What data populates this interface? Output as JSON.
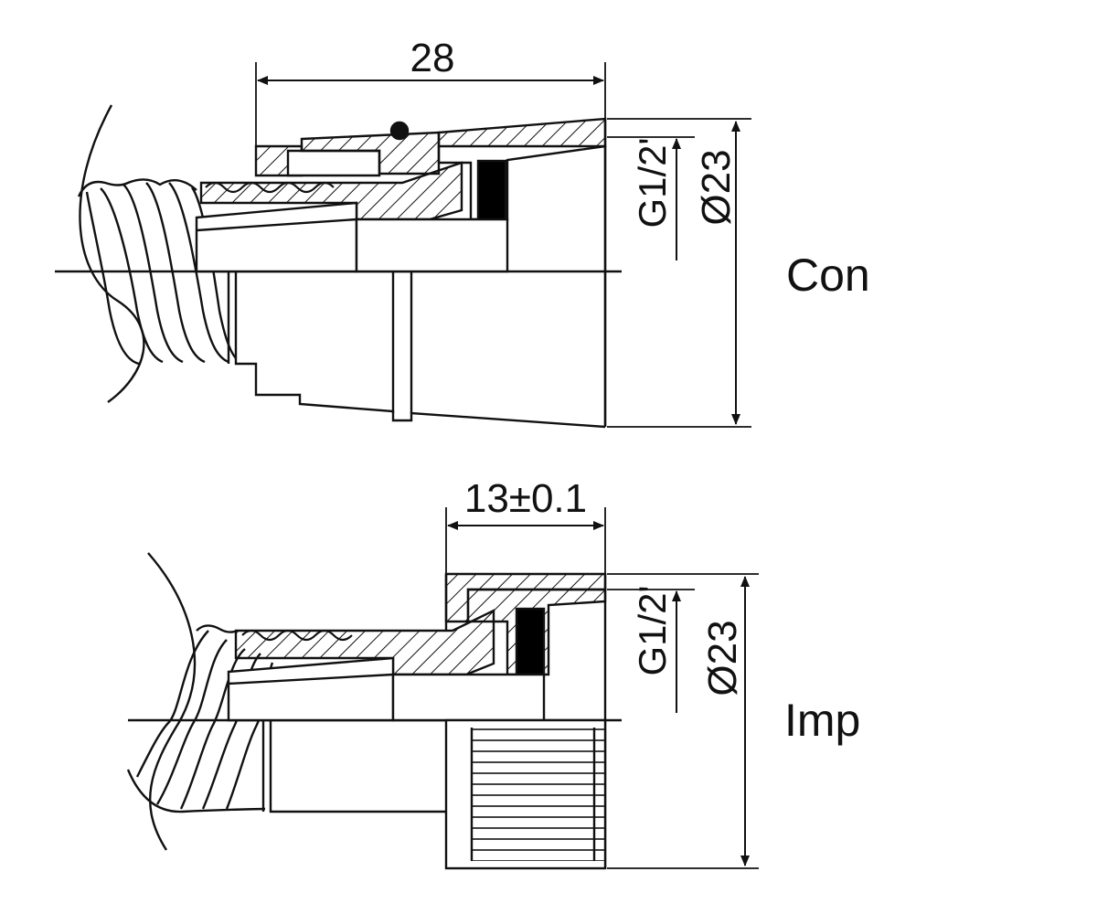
{
  "drawing": {
    "top": {
      "label": "Con",
      "length_dim": "28",
      "thread_dim": "G1/2'",
      "diameter_dim": "Ø23"
    },
    "bottom": {
      "label": "Imp",
      "length_dim": "13±0.1",
      "thread_dim": "G1/2'",
      "diameter_dim": "Ø23"
    }
  },
  "colors": {
    "line": "#111111",
    "fill": "#ffffff",
    "seal": "#000000"
  }
}
